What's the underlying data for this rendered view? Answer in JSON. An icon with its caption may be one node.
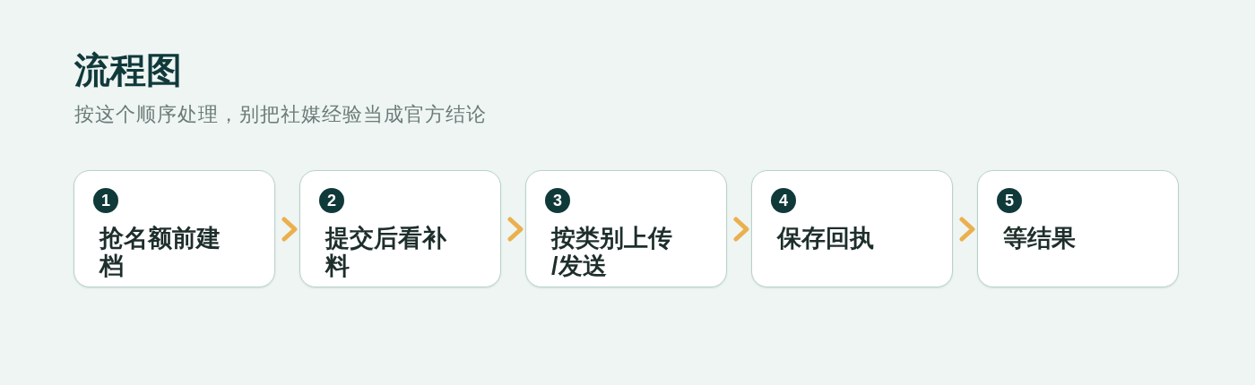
{
  "diagram": {
    "title": "流程图",
    "nodes": [
      {
        "text": [
          "1",
          "抢名额前建档"
        ]
      },
      {
        "text": [
          "2",
          "提交后看补料"
        ]
      },
      {
        "text": [
          "3",
          "按类别上传/发送"
        ]
      },
      {
        "text": [
          "4",
          "保存回执"
        ]
      },
      {
        "text": [
          "5",
          "等结果"
        ]
      }
    ],
    "edges": [
      {
        "from": 0,
        "to": 1,
        "arrow": "to"
      },
      {
        "from": 1,
        "to": 2,
        "arrow": "to"
      },
      {
        "from": 2,
        "to": 3,
        "arrow": "to"
      },
      {
        "from": 3,
        "to": 4,
        "arrow": "to"
      }
    ],
    "labels": [
      "按这个顺序处理，别把社媒经验当成官方结论"
    ]
  }
}
